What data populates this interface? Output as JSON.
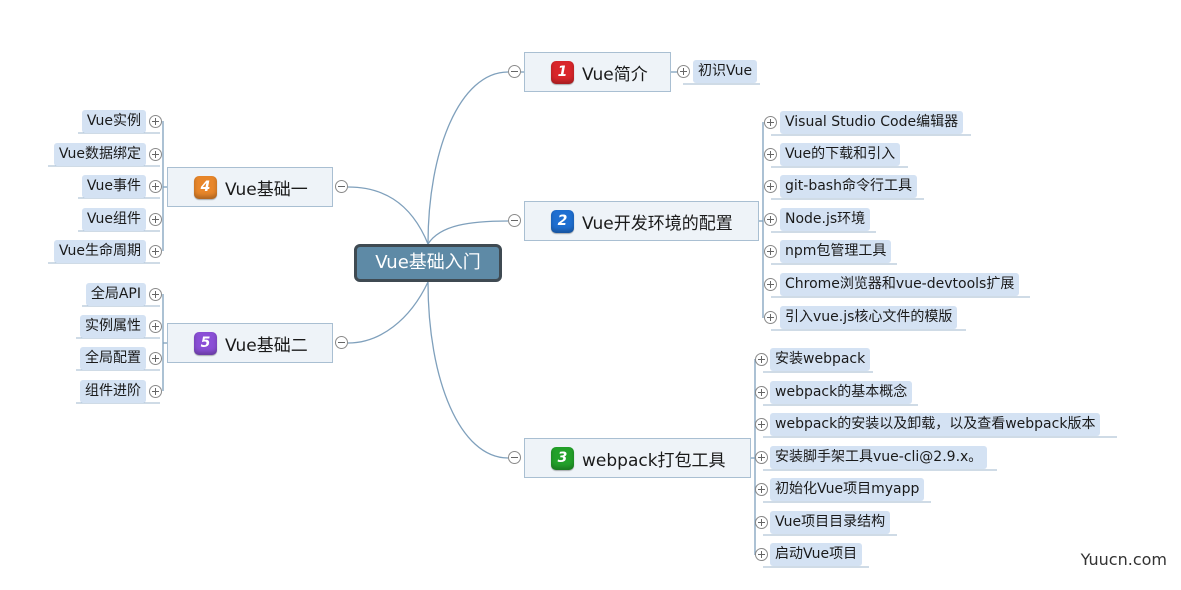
{
  "central": "Vue基础入门",
  "branches": {
    "b1": {
      "num": "1",
      "title": "Vue简介",
      "color": "#d9262b",
      "children": [
        "初识Vue"
      ]
    },
    "b2": {
      "num": "2",
      "title": "Vue开发环境的配置",
      "color": "#1f6fd1",
      "children": [
        "Visual Studio Code编辑器",
        "Vue的下载和引入",
        "git-bash命令行工具",
        "Node.js环境",
        "npm包管理工具",
        "Chrome浏览器和vue-devtools扩展",
        "引入vue.js核心文件的模版"
      ]
    },
    "b3": {
      "num": "3",
      "title": "webpack打包工具",
      "color": "#23a12a",
      "children": [
        "安装webpack",
        "webpack的基本概念",
        "webpack的安装以及卸载，以及查看webpack版本",
        "安装脚手架工具vue-cli@2.9.x。",
        "初始化Vue项目myapp",
        "Vue项目目录结构",
        "启动Vue项目"
      ]
    },
    "b4": {
      "num": "4",
      "title": "Vue基础一",
      "color": "#e8862a",
      "children": [
        "Vue实例",
        "Vue数据绑定",
        "Vue事件",
        "Vue组件",
        "Vue生命周期"
      ]
    },
    "b5": {
      "num": "5",
      "title": "Vue基础二",
      "color": "#8a4fd6",
      "children": [
        "全局API",
        "实例属性",
        "全局配置",
        "组件进阶"
      ]
    }
  },
  "watermark": "Yuucn.com"
}
